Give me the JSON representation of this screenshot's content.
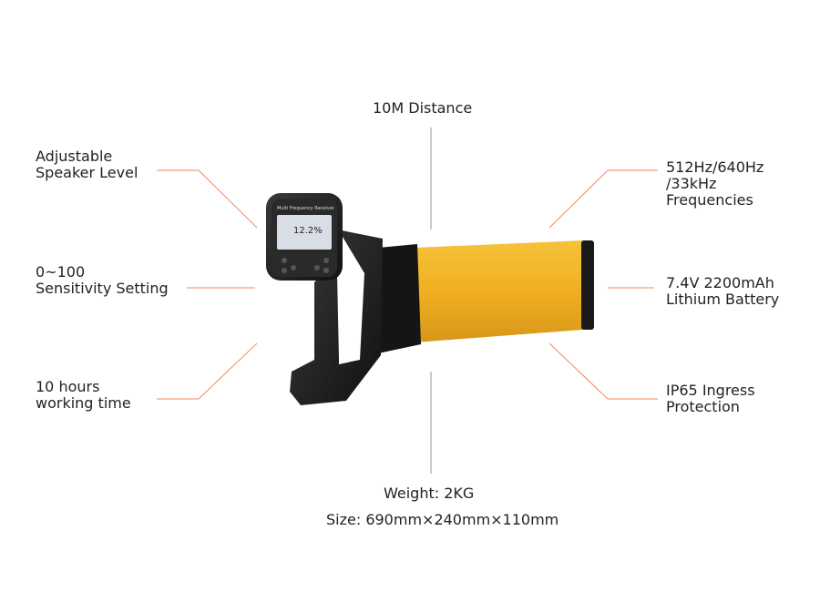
{
  "features": {
    "speaker": "Adjustable\nSpeaker Level",
    "sensitivity": "0~100\nSensitivity Setting",
    "working_time": "10 hours\nworking time",
    "distance": "10M Distance",
    "frequencies": "512Hz/640Hz\n/33kHz\nFrequencies",
    "battery": "7.4V 2200mAh\nLithium Battery",
    "ingress": "IP65 Ingress\nProtection",
    "weight": "Weight: 2KG",
    "size": "Size: 690mm×240mm×110mm"
  },
  "device": {
    "brand_label": "Multi Frequency Receiver",
    "display_value": "12.2%",
    "body_color": "#f0b020",
    "handle_color": "#1c1c1c"
  },
  "colors": {
    "leader_line": "#f08a5d",
    "vertical_line": "#9a9a9a"
  }
}
